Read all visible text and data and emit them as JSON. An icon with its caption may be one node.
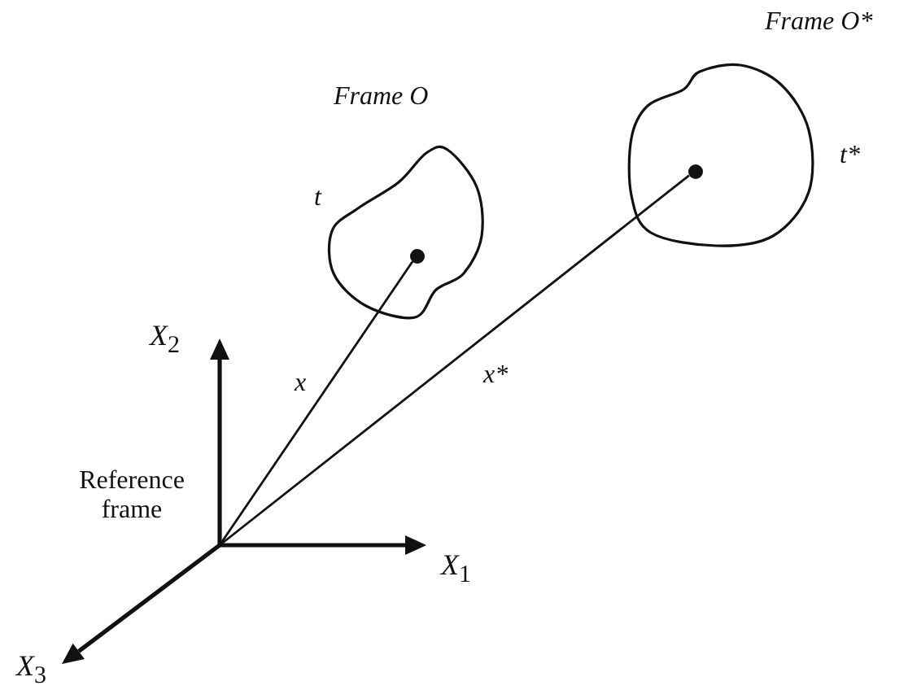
{
  "diagram": {
    "nodes": [
      {
        "text": [
          "Frame O"
        ],
        "beside": [
          "t"
        ]
      },
      {
        "text": [],
        "shape": "circle",
        "in": 0
      },
      {
        "text": [
          "Frame O*"
        ],
        "beside": [
          "t*"
        ]
      },
      {
        "text": [],
        "shape": "circle",
        "in": 2
      }
    ],
    "edges": [
      {
        "from": null,
        "to": 1,
        "arrow": "none",
        "label": "x"
      },
      {
        "from": null,
        "to": 3,
        "arrow": "none",
        "label": "x*"
      }
    ],
    "labels": [
      "*X*$_{2}$",
      "Reference frame",
      "*X*$_{1}$",
      "*X*$_{3}$"
    ]
  }
}
